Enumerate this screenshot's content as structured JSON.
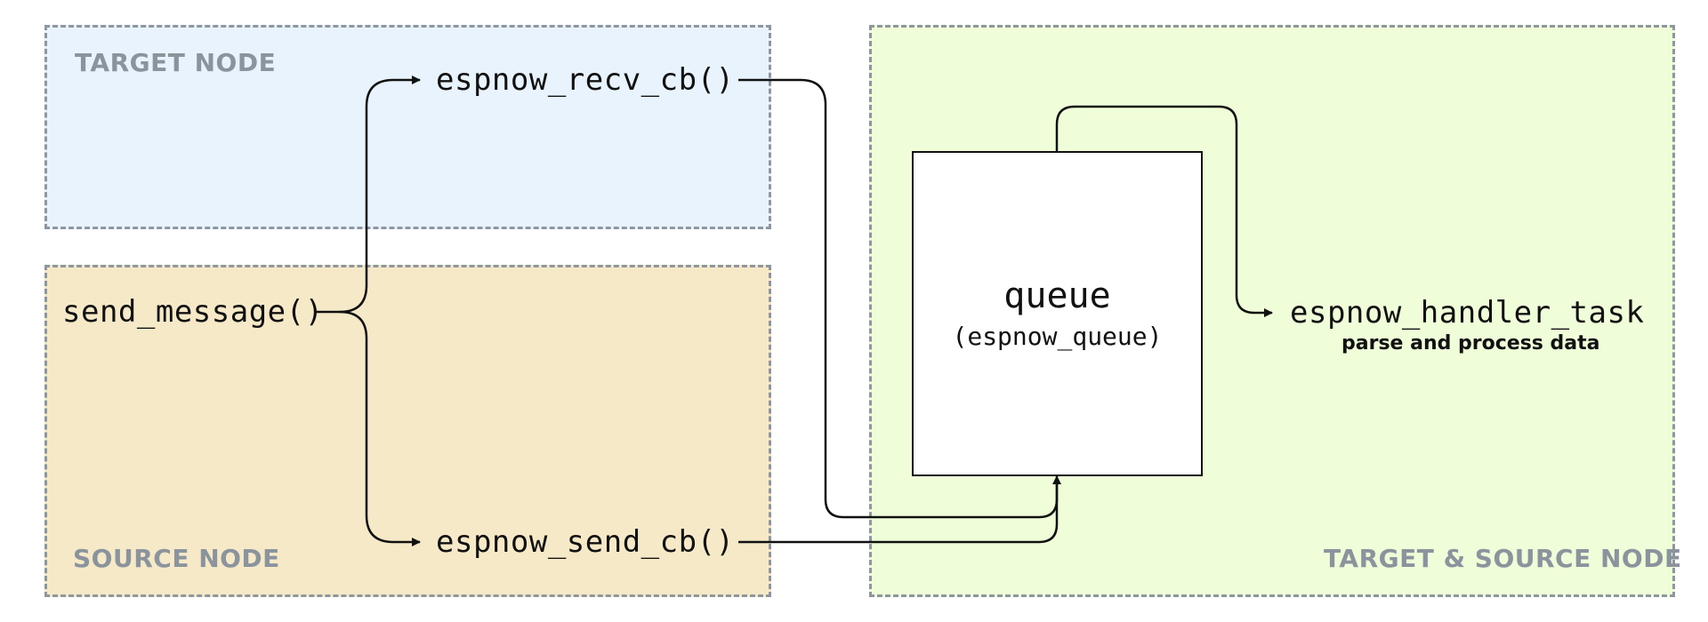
{
  "zones": {
    "target": {
      "label": "TARGET NODE",
      "color": "#e8f3fd"
    },
    "source": {
      "label": "SOURCE NODE",
      "color": "#f6e9c8"
    },
    "shared": {
      "label": "TARGET & SOURCE NODE",
      "color": "#effdd9"
    },
    "border_color": "#8e979f"
  },
  "nodes": {
    "send_message": "send_message()",
    "recv_cb": "espnow_recv_cb()",
    "send_cb": "espnow_send_cb()",
    "queue_title": "queue",
    "queue_subtitle": "(espnow_queue)",
    "handler": "espnow_handler_task",
    "handler_note": "parse and process data"
  },
  "edges": [
    {
      "from": "send_message",
      "to": "recv_cb"
    },
    {
      "from": "send_message",
      "to": "send_cb"
    },
    {
      "from": "recv_cb",
      "to": "queue"
    },
    {
      "from": "send_cb",
      "to": "queue"
    },
    {
      "from": "queue",
      "to": "handler"
    }
  ]
}
